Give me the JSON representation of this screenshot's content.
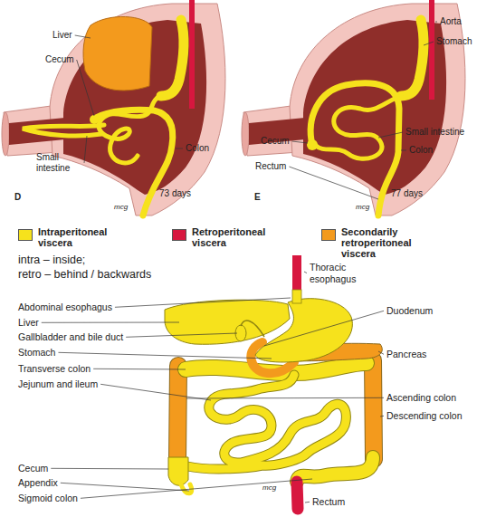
{
  "diagram": {
    "labels": [
      "Liver",
      "Cecum",
      "Small intestine",
      "Colon",
      "D",
      "73 days",
      "mcg",
      "Aorta",
      "Stomach",
      "Small intestine",
      "Colon",
      "Cecum",
      "Rectum",
      "E",
      "77 days",
      "mcg",
      "intra – inside;",
      "retro – behind / backwards",
      "Thoracic esophagus",
      "Abdominal esophagus",
      "Liver",
      "Gallbladder and bile duct",
      "Stomach",
      "Transverse colon",
      "Jejunum and ileum",
      "Cecum",
      "Appendix",
      "Sigmoid colon",
      "Duodenum",
      "Pancreas",
      "Ascending colon",
      "Descending colon",
      "Rectum",
      "mcg"
    ],
    "legend": [
      {
        "text": "Intraperitoneal viscera",
        "color": "#f6e21c"
      },
      {
        "text": "Retroperitoneal viscera",
        "color": "#d7173f"
      },
      {
        "text": "Secondarily retroperitoneal viscera",
        "color": "#f39a1d"
      }
    ]
  }
}
